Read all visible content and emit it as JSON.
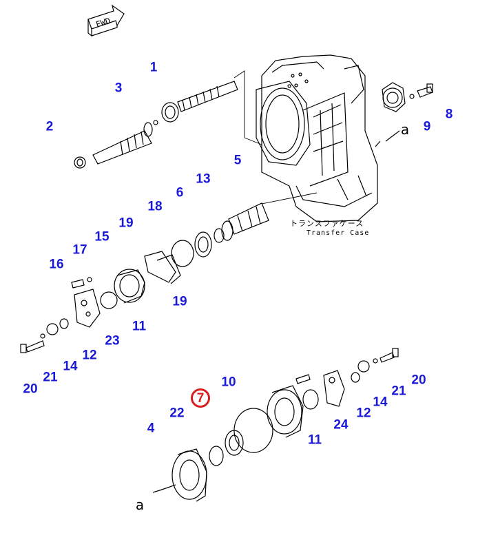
{
  "diagram": {
    "fwd_label": "FWD",
    "transfer_case_jp": "トランスファケース",
    "transfer_case_en": "Transfer Case",
    "ref_letter": "a",
    "callout_color": "#1a1ad6",
    "highlight_color": "#d81e1e",
    "highlighted_part": "7",
    "parts": [
      "1",
      "2",
      "3",
      "4",
      "5",
      "6",
      "7",
      "8",
      "9",
      "10",
      "11",
      "12",
      "13",
      "14",
      "15",
      "16",
      "17",
      "18",
      "19",
      "20",
      "21",
      "22",
      "23",
      "24"
    ]
  }
}
